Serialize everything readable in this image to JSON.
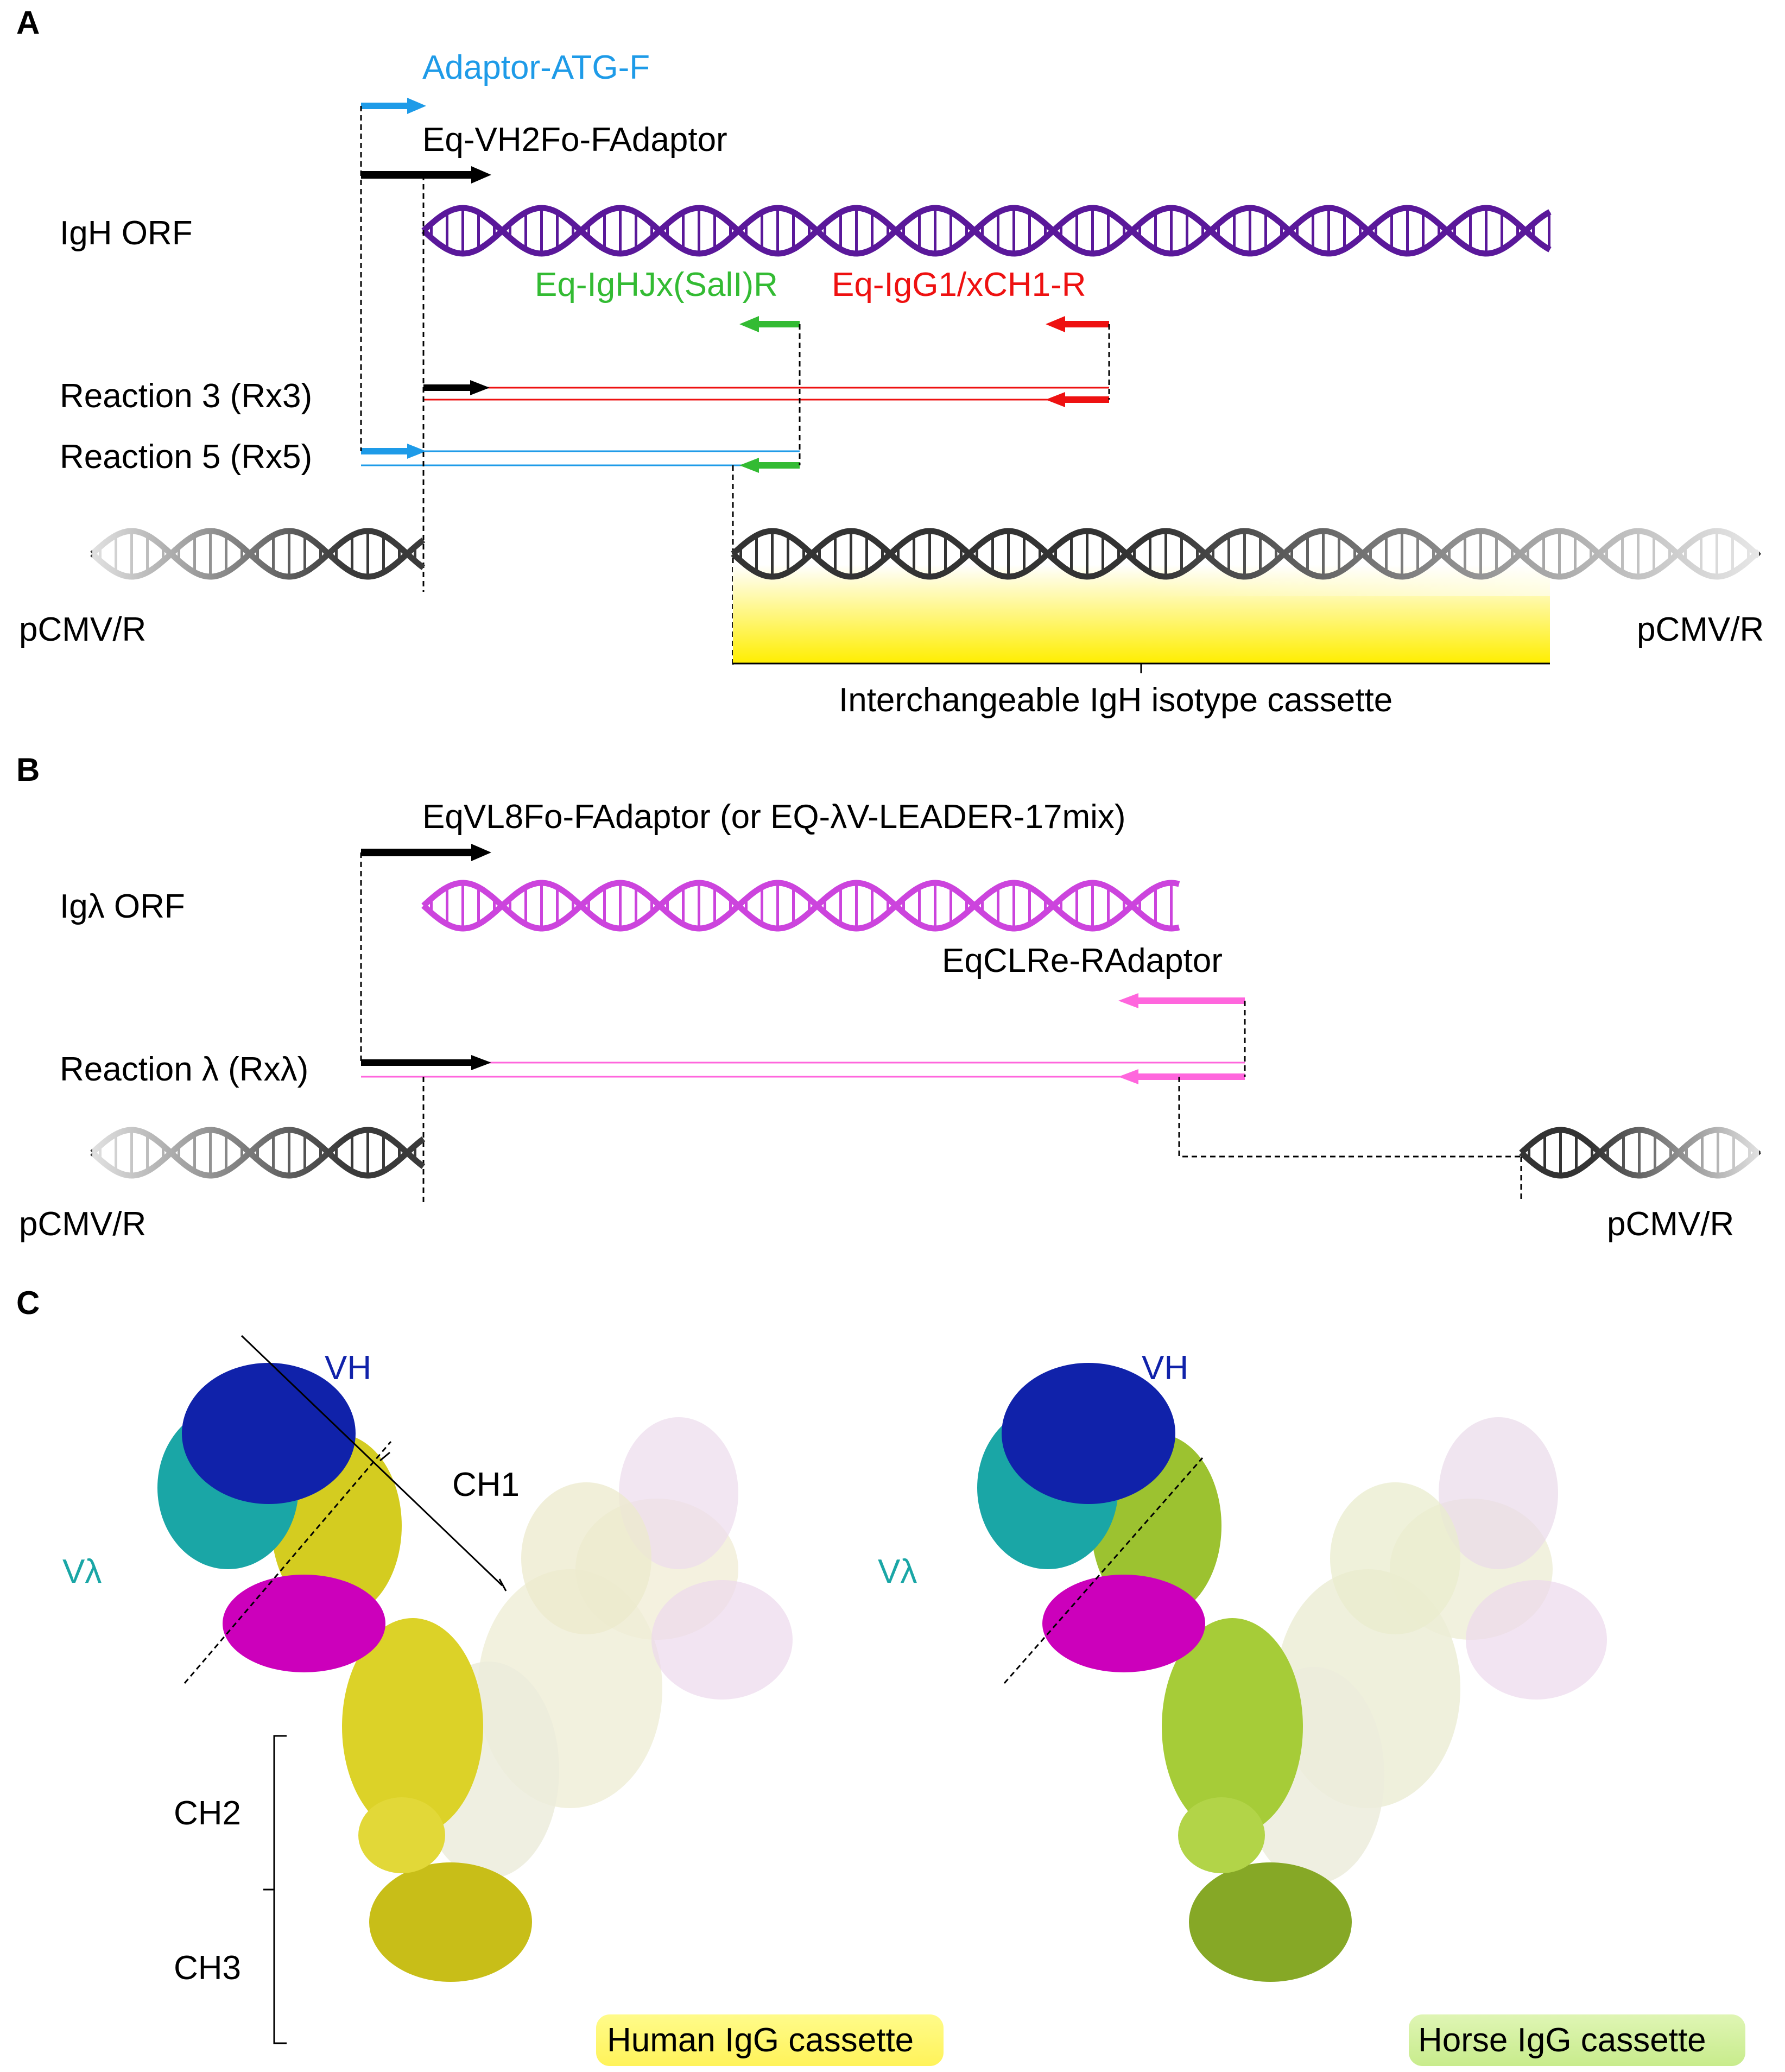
{
  "panels": {
    "a": "A",
    "b": "B",
    "c": "C"
  },
  "panel_a": {
    "primer_adaptor_atg": "Adaptor-ATG-F",
    "primer_vh2fo": "Eq-VH2Fo-FAdaptor",
    "igh_orf": "IgH ORF",
    "primer_ighjx": "Eq-IgHJx(SalI)R",
    "primer_igg1": "Eq-IgG1/xCH1-R",
    "reaction3": "Reaction 3 (Rx3)",
    "reaction5": "Reaction 5 (Rx5)",
    "vector_left": "pCMV/R",
    "vector_right": "pCMV/R",
    "cassette": "Interchangeable  IgH isotype cassette"
  },
  "panel_b": {
    "primer_vl8fo": "EqVL8Fo-FAdaptor (or EQ-λV-LEADER-17mix)",
    "igl_orf": "Igλ ORF",
    "primer_clre": "EqCLRe-RAdaptor",
    "reaction_lambda": "Reaction λ (Rxλ)",
    "vector_left": "pCMV/R",
    "vector_right": "pCMV/R"
  },
  "panel_c": {
    "vh_left": "VH",
    "ch1": "CH1",
    "vl_left": "Vλ",
    "ch2": "CH2",
    "ch3": "CH3",
    "human_cassette": "Human IgG cassette",
    "vh_right": "VH",
    "vl_right": "Vλ",
    "horse_cassette": "Horse IgG cassette"
  },
  "colors": {
    "adaptor_blue": "#1e9be8",
    "ighj_green": "#33bb33",
    "igg1_red": "#ee1111",
    "igh_purple": "#5a189a",
    "igl_magenta": "#cc44dd",
    "clre_pink": "#ff66dd",
    "vh_blue": "#1022aa",
    "vl_teal": "#1aa6a6",
    "human_yellow": "#d8d020",
    "horse_green": "#9cc230",
    "light_magenta": "#cc00bb"
  }
}
